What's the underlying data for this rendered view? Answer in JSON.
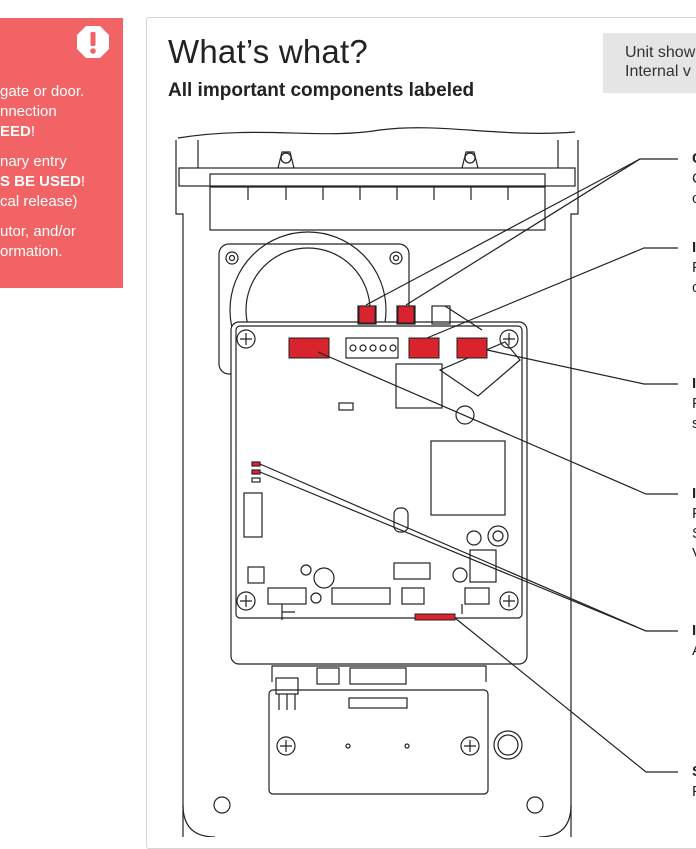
{
  "warning": {
    "icon": "exclamation-icon",
    "color": "#f16364",
    "lines": {
      "p1_l1": "gate or door.",
      "p1_l2": "nnection",
      "p1_l3_bold": "EED",
      "p1_l3_rest": "!",
      "p2_l1": "nary entry",
      "p2_l2_bold": "S BE USED",
      "p2_l2_rest": "!",
      "p2_l3": "cal release)",
      "p3_l1": "utor, and/or",
      "p3_l2": "ormation."
    }
  },
  "card": {
    "title": "What’s what?",
    "subtitle": "All important components labeled",
    "note_line1": "Unit show",
    "note_line2": "Internal v"
  },
  "callouts": [
    {
      "title": "C",
      "desc1": "C",
      "desc2": "c"
    },
    {
      "title": "I",
      "desc1": "F",
      "desc2": "c"
    },
    {
      "title": "I",
      "desc1": "F",
      "desc2": "s"
    },
    {
      "title": "I",
      "desc1": "F",
      "desc2": "S",
      "desc3": "V"
    },
    {
      "title": "I",
      "desc1": "A"
    },
    {
      "title": "S",
      "desc1": "F"
    }
  ],
  "colors": {
    "accent_red": "#d9232d",
    "line": "#222222"
  }
}
